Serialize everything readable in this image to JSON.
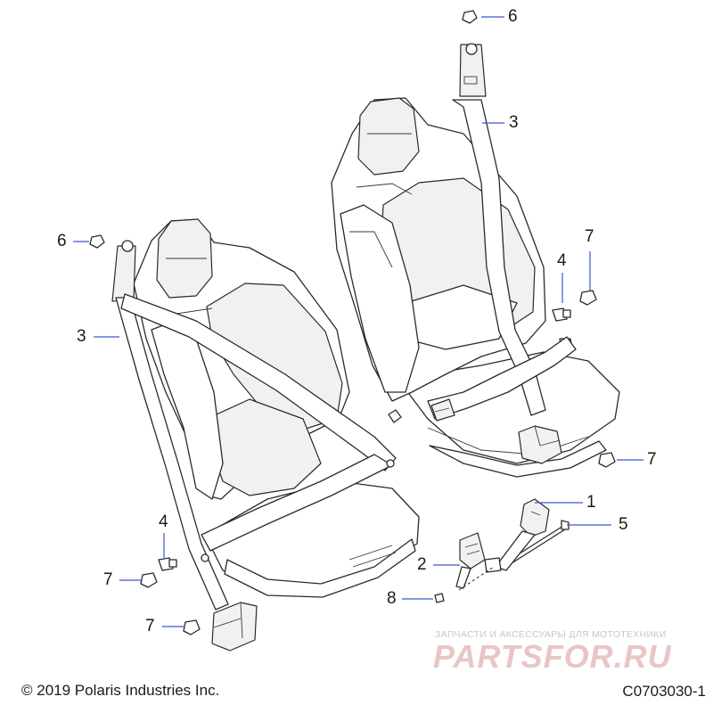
{
  "callouts": {
    "c1": "1",
    "c2": "2",
    "c3_left": "3",
    "c3_right": "3",
    "c4_left": "4",
    "c4_right": "4",
    "c5": "5",
    "c6_left": "6",
    "c6_right": "6",
    "c7_top_right": "7",
    "c7_mid_right": "7",
    "c7_left_upper": "7",
    "c7_left_lower": "7",
    "c8": "8"
  },
  "footer": {
    "copyright": "© 2019 Polaris Industries Inc.",
    "diagram_code": "C0703030-1"
  },
  "watermark": {
    "tagline": "ЗАПЧАСТИ И АКСЕССУАРЫ ДЛЯ МОТОТЕХНИКИ",
    "logo_text": "PARTSFOR.RU"
  },
  "colors": {
    "leader_line": "#3b56d0",
    "line_art": "#2a2a2a",
    "watermark": "#e9c6c6"
  }
}
